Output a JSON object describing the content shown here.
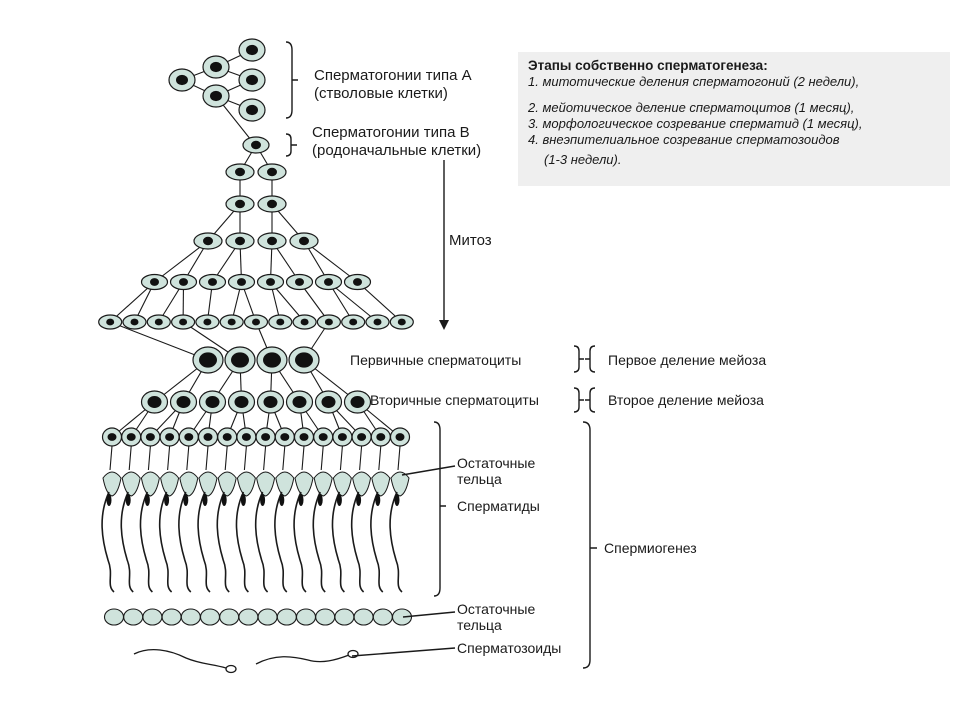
{
  "labels": {
    "spermatogonia_a": [
      "Сперматогонии типа А",
      "(стволовые клетки)"
    ],
    "spermatogonia_b": [
      "Сперматогонии типа В",
      "(родоначальные клетки)"
    ],
    "mitosis": "Митоз",
    "primary_spermatocytes": "Первичные сперматоциты",
    "first_meiosis": "Первое деление мейоза",
    "secondary_spermatocytes": "Вторичные сперматоциты",
    "second_meiosis": "Второе деление мейоза",
    "residual_bodies_1": [
      "Остаточные",
      "тельца"
    ],
    "spermatids": "Сперматиды",
    "spermiogenesis": "Спермиогенез",
    "residual_bodies_2": [
      "Остаточные",
      "тельца"
    ],
    "spermatozoa": "Сперматозоиды"
  },
  "info": {
    "title": "Этапы собственно сперматогенеза:",
    "items": [
      "1. митотические деления сперматогоний  (2 недели),",
      "2. мейотическое деление сперматоцитов (1 месяц),",
      "3. морфологическое созревание сперматид (1 месяц),",
      "4. внеэпителиальное созревание сперматозоидов"
    ],
    "note": "(1-3 недели)."
  },
  "colors": {
    "ink": "#1a1a1a",
    "cell_fill": "#cfe3dc",
    "nucleus": "#111111",
    "info_bg": "#efefef"
  }
}
